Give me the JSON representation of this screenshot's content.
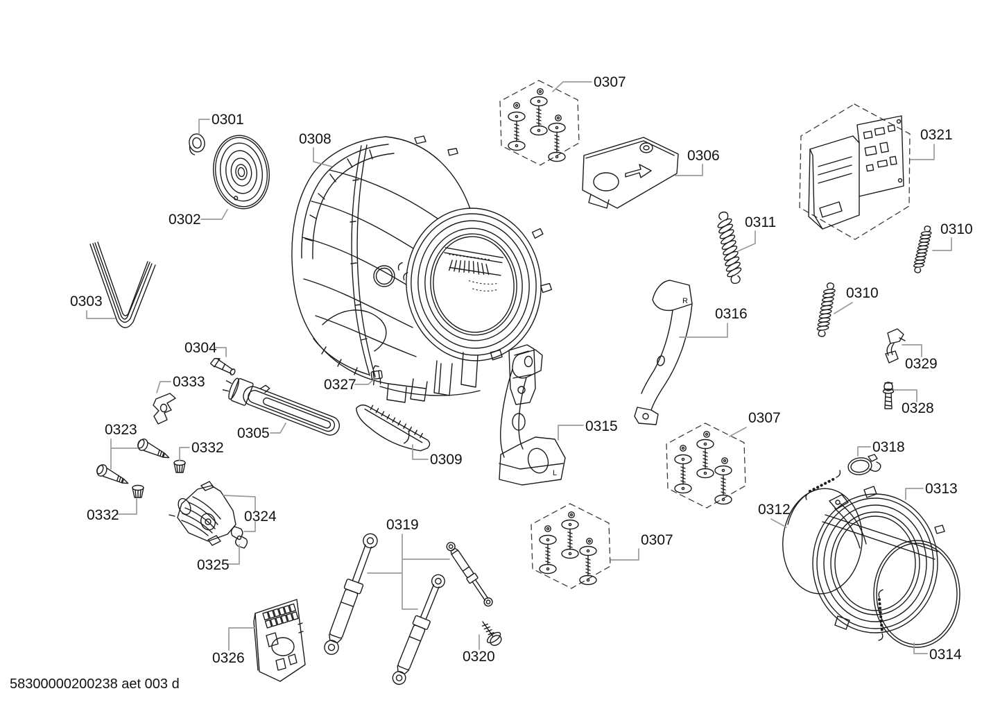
{
  "document": {
    "footer_code": "58300000200238 aet 003 d"
  },
  "diagram": {
    "type": "exploded-parts-diagram",
    "labels": {
      "p0301": "0301",
      "p0302": "0302",
      "p0303": "0303",
      "p0304": "0304",
      "p0305": "0305",
      "p0306": "0306",
      "p0307a": "0307",
      "p0307b": "0307",
      "p0307c": "0307",
      "p0308": "0308",
      "p0309": "0309",
      "p0310a": "0310",
      "p0310b": "0310",
      "p0311": "0311",
      "p0312": "0312",
      "p0313": "0313",
      "p0314": "0314",
      "p0315": "0315",
      "p0316": "0316",
      "p0318": "0318",
      "p0319": "0319",
      "p0320": "0320",
      "p0321": "0321",
      "p0323": "0323",
      "p0324": "0324",
      "p0325": "0325",
      "p0326": "0326",
      "p0327": "0327",
      "p0328": "0328",
      "p0329": "0329",
      "p0332a": "0332",
      "p0332b": "0332",
      "p0333": "0333"
    },
    "marks": {
      "bracket_right": "R",
      "bracket_left": "L"
    },
    "colors": {
      "line": "#1a1a1a",
      "leader": "#9a9a9a",
      "background": "#ffffff"
    }
  }
}
